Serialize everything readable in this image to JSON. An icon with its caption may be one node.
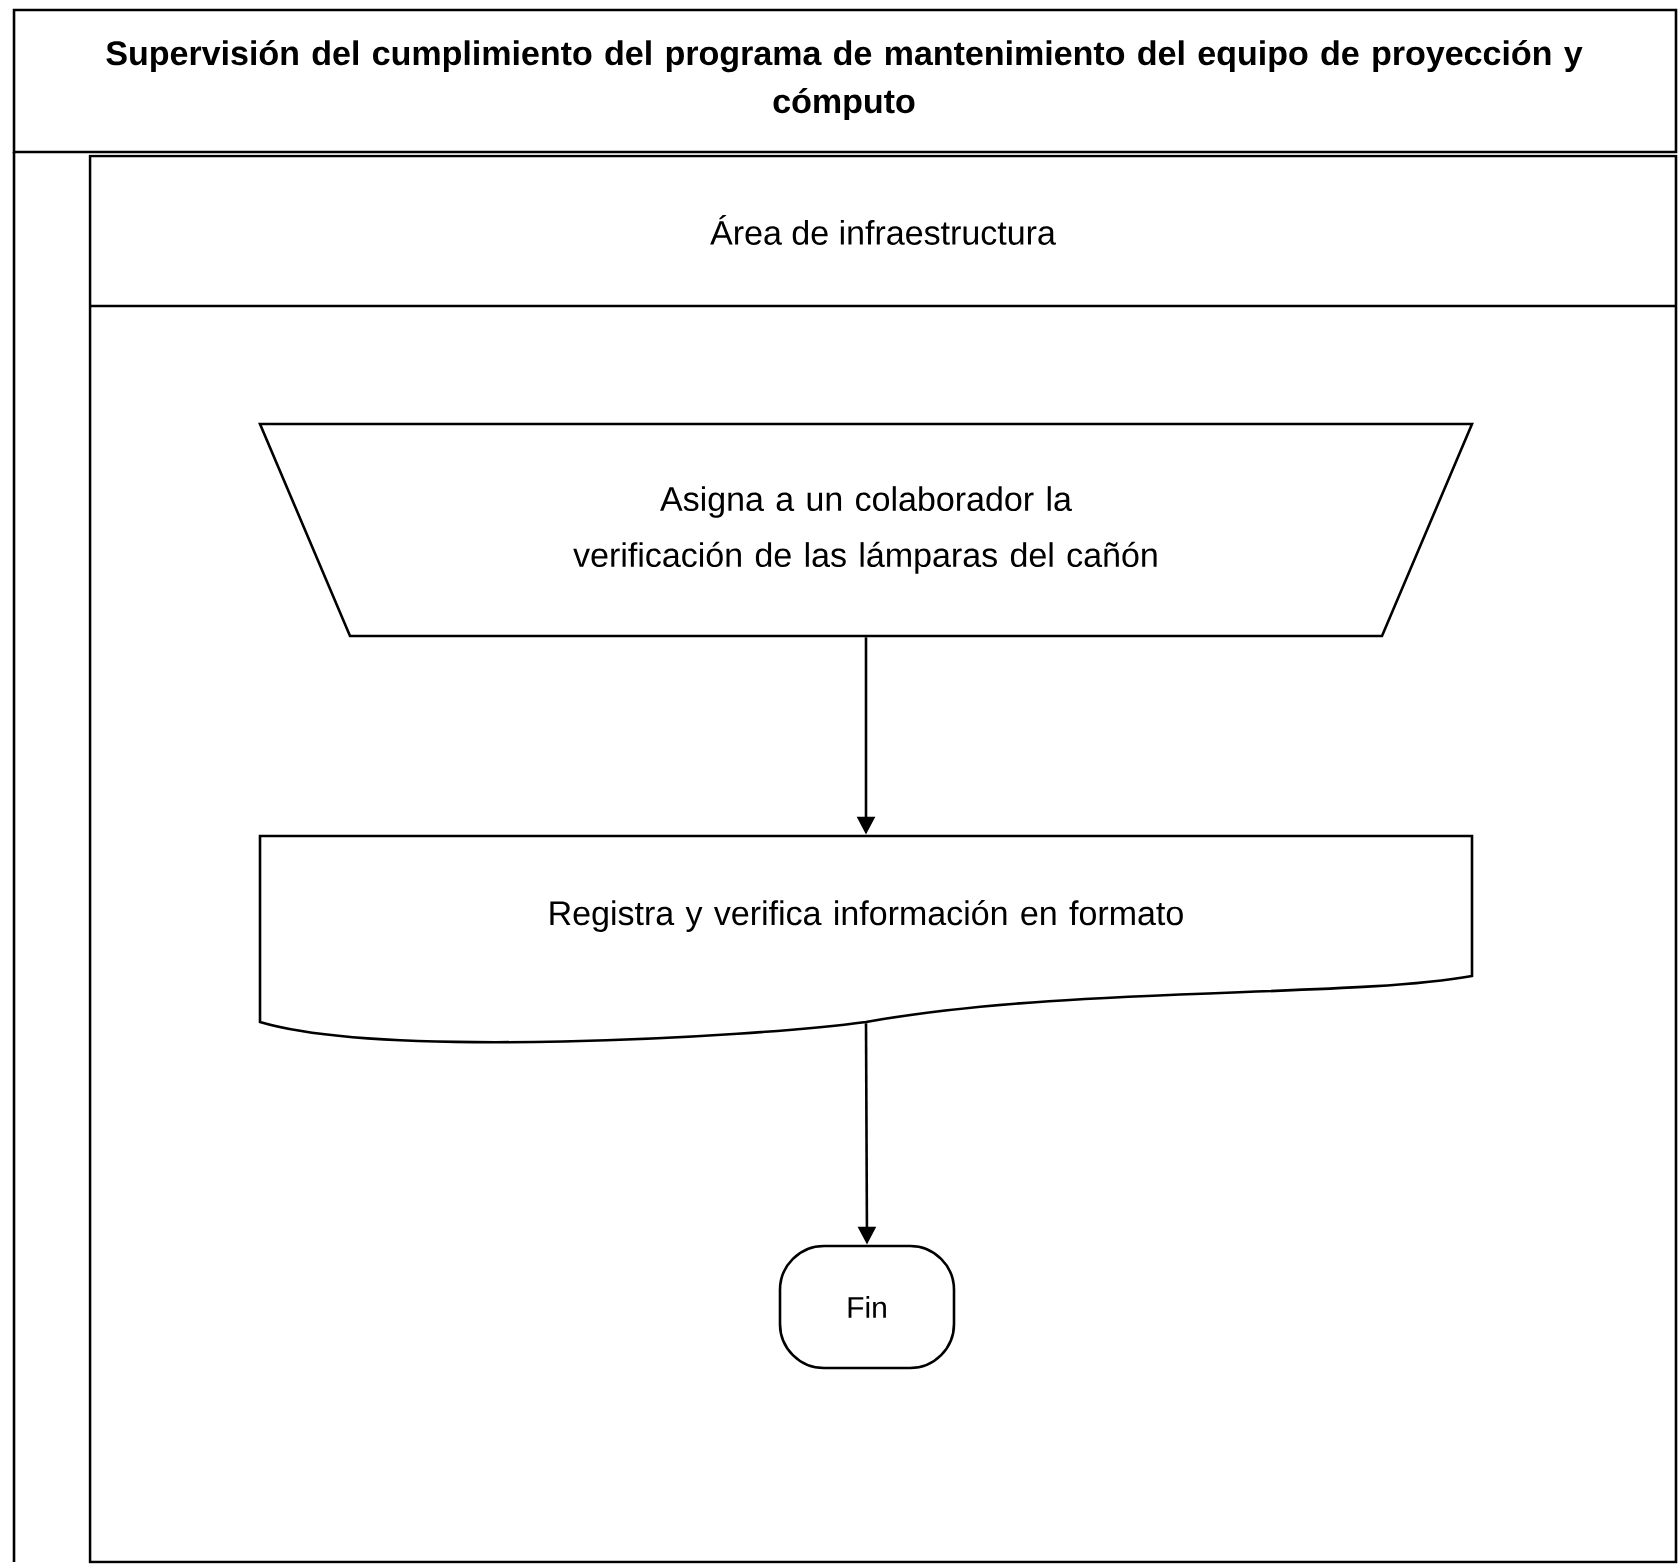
{
  "diagram": {
    "title": "Supervisión del cumplimiento del programa de mantenimiento del equipo de proyección y cómputo",
    "nodes": [
      {
        "text": [
          "Área de infraestructura"
        ]
      },
      {
        "text": [
          "Asigna a un colaborador la verificación de las lámparas del cañón"
        ],
        "in": 0
      },
      {
        "text": [
          "Registra y verifica información en formato"
        ],
        "in": 0
      },
      {
        "text": [
          "Fin"
        ],
        "in": 0
      }
    ],
    "edges": [
      {
        "from": 1,
        "to": 2,
        "arrow": "to"
      },
      {
        "from": 2,
        "to": 3,
        "arrow": "to"
      }
    ]
  }
}
